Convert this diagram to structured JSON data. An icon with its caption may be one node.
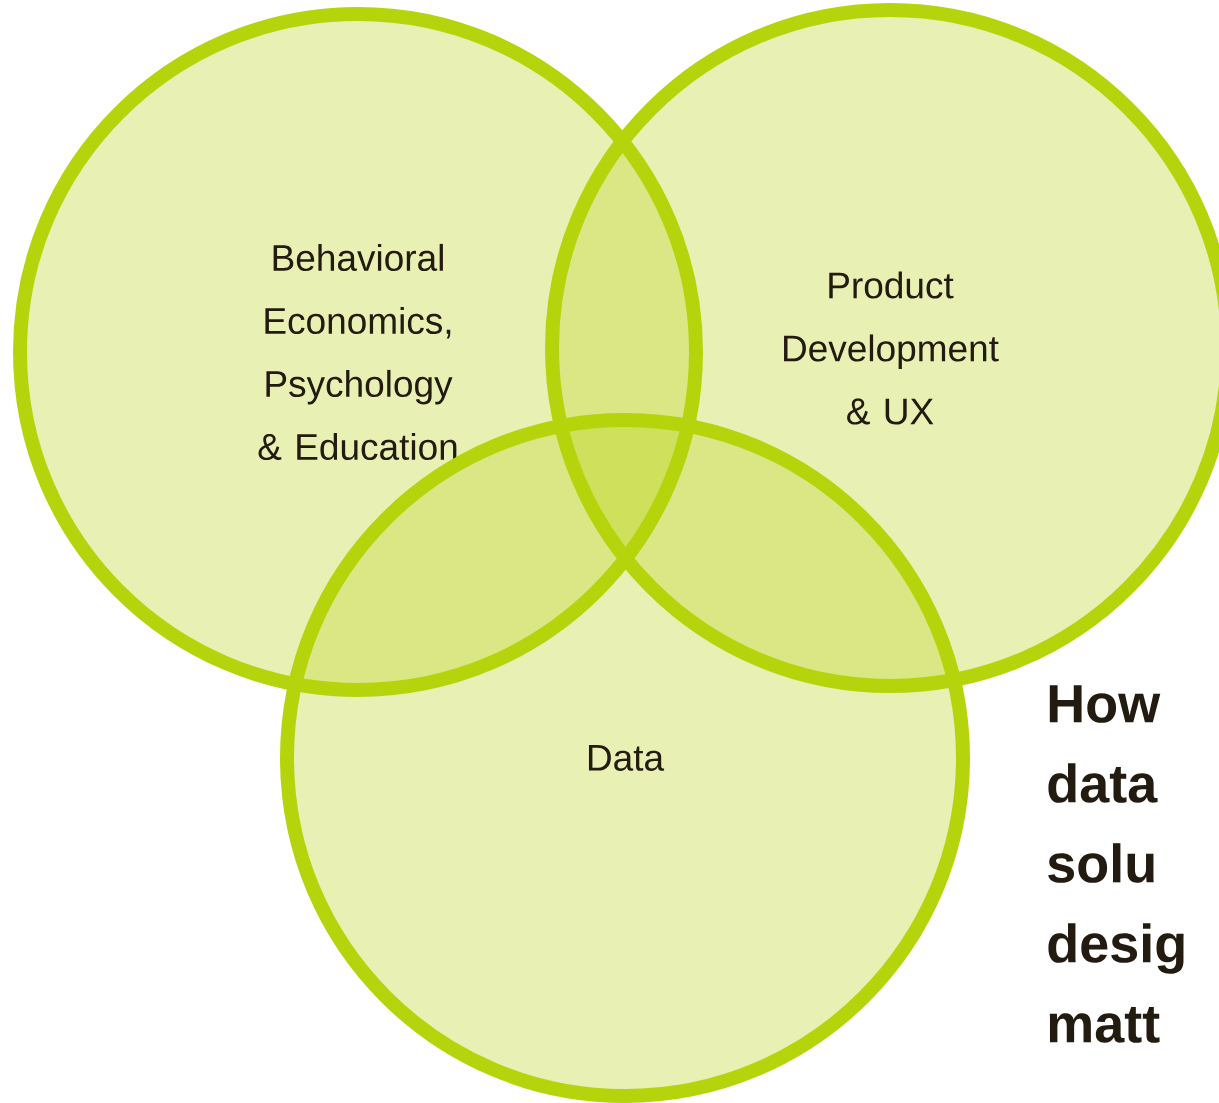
{
  "diagram": {
    "nodes": [
      {
        "text": [
          "Behavioral Economics, Psychology & Education"
        ]
      },
      {
        "text": [
          "Product Development & UX"
        ]
      },
      {
        "text": [
          "Data"
        ]
      }
    ],
    "labels": [
      "How data solu desig matt"
    ]
  }
}
